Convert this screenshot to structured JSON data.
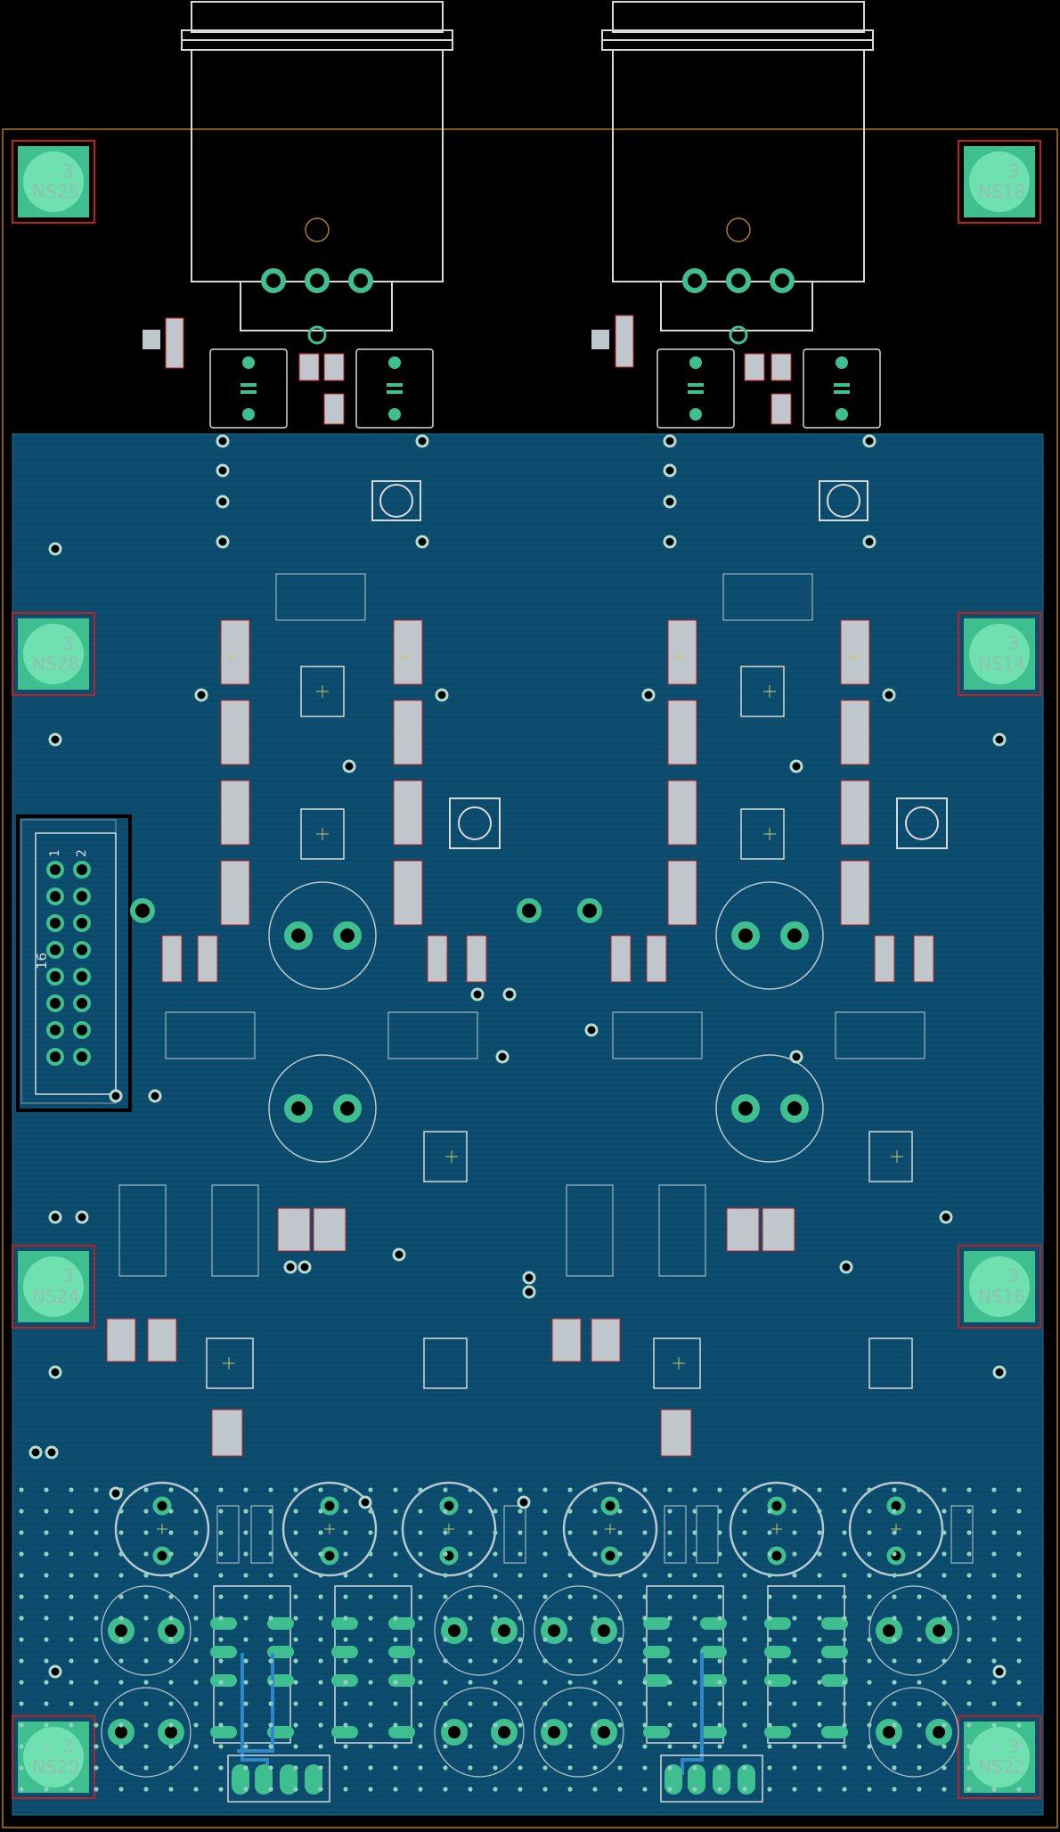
{
  "app": {
    "view": "PCB layout",
    "canvas_background": "#000000",
    "copper_pour_color": "#0b4a6a",
    "pad_color": "#3fbf8f",
    "silkscreen_color": "#d8d8d8",
    "board_outline_color": "#b07a2a",
    "courtyard_color": "#c02020",
    "trace_color": "#2f86c8"
  },
  "mounting_holes": [
    {
      "refdes": "NS25",
      "value": "3"
    },
    {
      "refdes": "NS28",
      "value": "3"
    },
    {
      "refdes": "NS24",
      "value": "3"
    },
    {
      "refdes": "NS20",
      "value": "3"
    },
    {
      "refdes": "NS18",
      "value": "3"
    },
    {
      "refdes": "NS14",
      "value": "3"
    },
    {
      "refdes": "NS16",
      "value": "3"
    },
    {
      "refdes": "NS22",
      "value": "3"
    }
  ],
  "header": {
    "pin1_label": "1",
    "pin2_label": "2",
    "pin16_label": "16"
  }
}
